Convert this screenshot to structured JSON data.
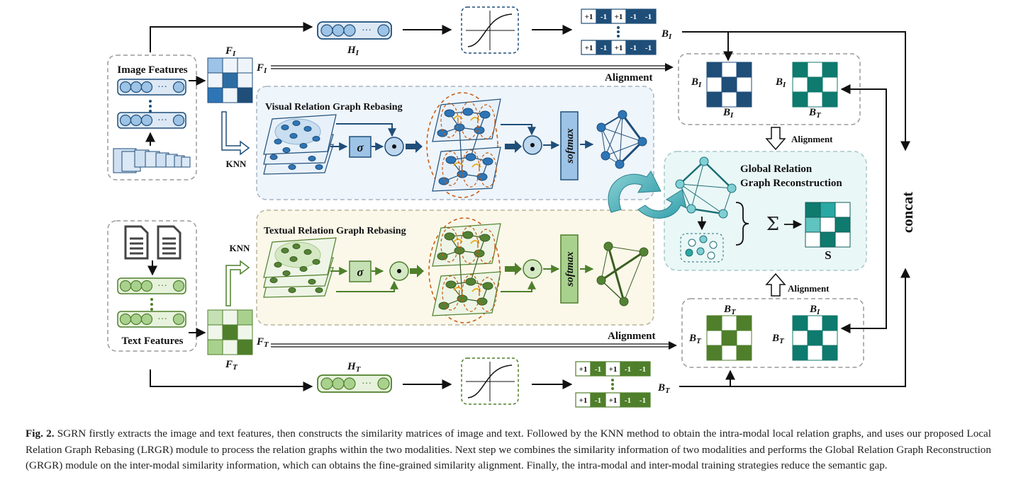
{
  "diagram": {
    "image_features": "Image Features",
    "text_features": "Text Features",
    "knn_top": "KNN",
    "knn_bottom": "KNN",
    "fi": "F",
    "fi_sub": "I",
    "ft": "F",
    "ft_sub": "T",
    "hi": "H",
    "hi_sub": "I",
    "ht": "H",
    "ht_sub": "T",
    "bi": "B",
    "bi_sub": "I",
    "bt": "B",
    "bt_sub": "T",
    "alignment": "Alignment",
    "visual_title": "Visual Relation Graph Rebasing",
    "textual_title": "Textual Relation Graph Rebasing",
    "sigma": "σ",
    "dot": "•",
    "softmax": "softmax",
    "global_title_1": "Global Relation",
    "global_title_2": "Graph Reconstruction",
    "sum": "Σ",
    "s": "S",
    "concat": "concat",
    "code_row": [
      "+1",
      "-1",
      "+1",
      "-1",
      "-1"
    ],
    "dots_h": "···"
  },
  "caption": {
    "lead": "Fig. 2.",
    "text": " SGRN firstly extracts the image and text features, then constructs the similarity matrices of image and text. Followed by the KNN method to obtain the intra-modal local relation graphs, and uses our proposed Local Relation Graph Rebasing (LRGR) module to process the relation graphs within the two modalities. Next step we combines the similarity information of two modalities and performs the Global Relation Graph Reconstruction (GRGR) module on the inter-modal similarity information, which can obtains the fine-grained similarity alignment. Finally, the intra-modal and inter-modal training strategies reduce the semantic gap."
  },
  "colors": {
    "blue_dark": "#1f4e79",
    "blue_light": "#5b9bd5",
    "green_dark": "#4f7f2b",
    "green_light": "#a9d18e",
    "teal_dark": "#0f7a74",
    "teal_light": "#5fc3c0"
  }
}
